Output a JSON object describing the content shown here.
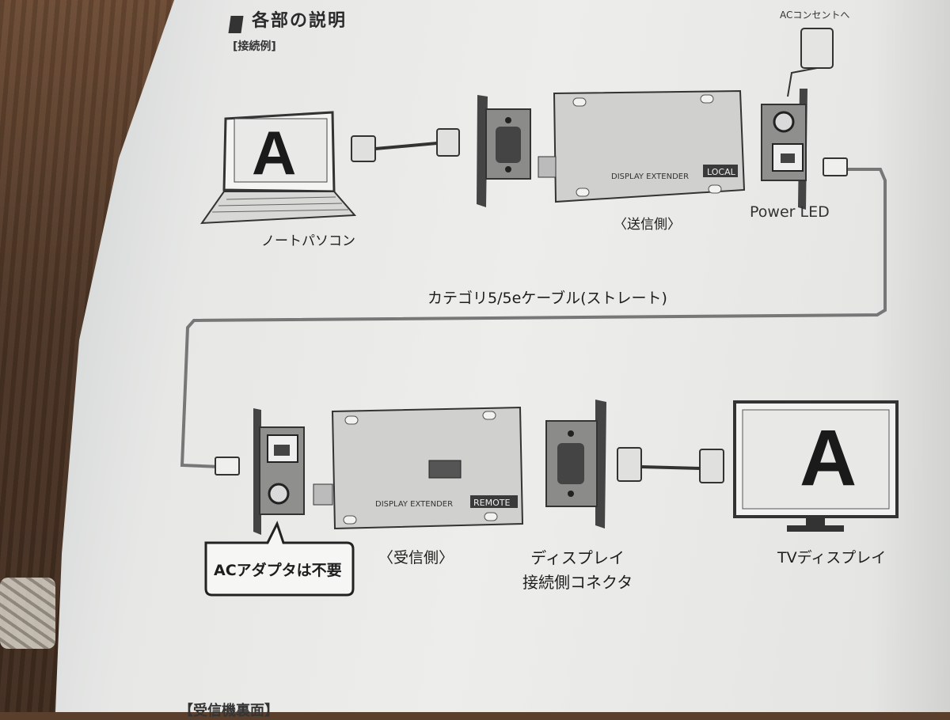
{
  "title": "各部の説明",
  "subtitle": "[接続例]",
  "ac_outlet_label": "ACコンセントへ",
  "laptop": {
    "label": "ノートパソコン",
    "screen_letter": "A"
  },
  "sender": {
    "label": "〈送信側〉",
    "device_text": "DISPLAY EXTENDER",
    "badge": "LOCAL"
  },
  "power_led_label": "Power LED",
  "cable_label": "カテゴリ5/5eケーブル(ストレート)",
  "receiver": {
    "label": "〈受信側〉",
    "device_text": "DISPLAY EXTENDER",
    "badge": "REMOTE"
  },
  "ac_note": "ACアダプタは不要",
  "connector_label": "ディスプレイ\n接続側コネクタ",
  "tv": {
    "label": "TVディスプレイ",
    "screen_letter": "A"
  },
  "bottom_text": "【受信機裏面】"
}
